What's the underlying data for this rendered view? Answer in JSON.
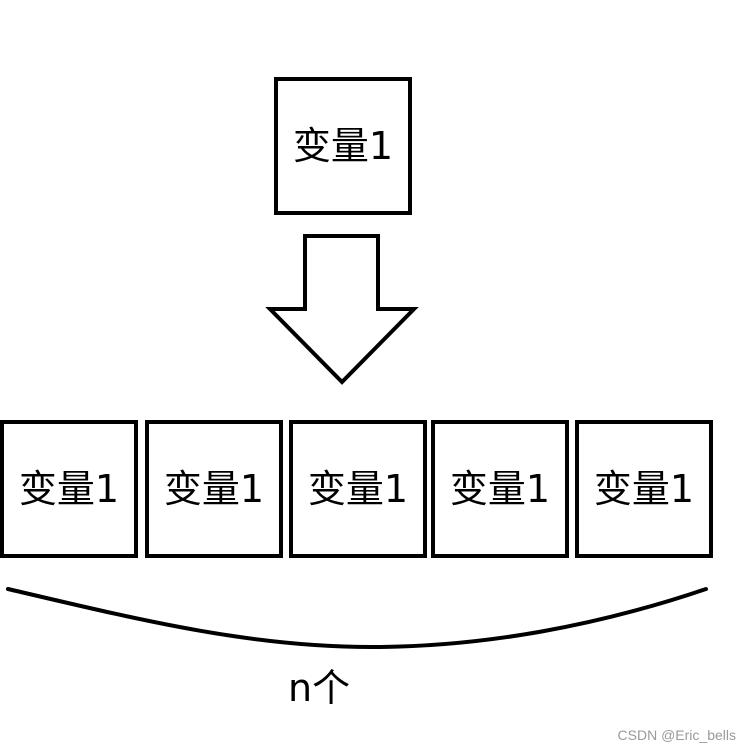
{
  "diagram": {
    "source_variable": {
      "label": "变量1"
    },
    "arrow": {
      "direction": "down"
    },
    "copies": [
      {
        "label": "变量1"
      },
      {
        "label": "变量1"
      },
      {
        "label": "变量1"
      },
      {
        "label": "变量1"
      },
      {
        "label": "变量1"
      }
    ],
    "brace_label": "n个",
    "watermark": "CSDN @Eric_bells",
    "colors": {
      "stroke": "#000000",
      "background": "#ffffff",
      "watermark": "#9a9a9a"
    }
  }
}
